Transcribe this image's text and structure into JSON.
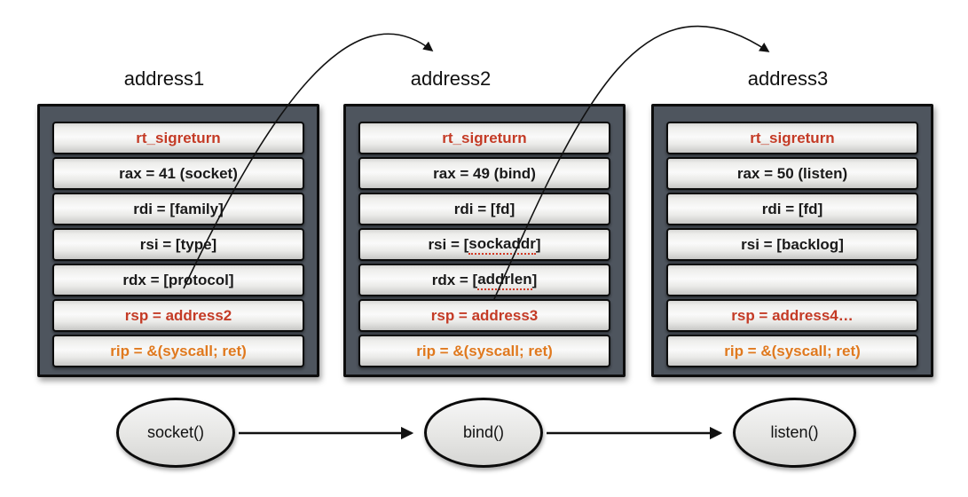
{
  "colors": {
    "frame_background": "#4e555e",
    "row_red_text": "#c43b26",
    "row_orange_text": "#e0791e",
    "row_black_text": "#1a1a1a",
    "misspell_underline": "#d23a26"
  },
  "frames": [
    {
      "label": "address1",
      "rows": [
        {
          "text": "rt_sigreturn"
        },
        {
          "text": "rax = 41 (socket)"
        },
        {
          "text": "rdi = [family]"
        },
        {
          "text": "rsi = [type]"
        },
        {
          "text": "rdx = [protocol]"
        },
        {
          "text": "rsp = address2"
        },
        {
          "text": "rip = &(syscall; ret)"
        }
      ]
    },
    {
      "label": "address2",
      "rows": [
        {
          "text": "rt_sigreturn"
        },
        {
          "text": "rax = 49 (bind)"
        },
        {
          "text": "rdi = [fd]"
        },
        {
          "prefix": "rsi = [",
          "word": "sockaddr",
          "suffix": "]"
        },
        {
          "prefix": "rdx = [",
          "word": "addrlen",
          "suffix": "]"
        },
        {
          "text": "rsp = address3"
        },
        {
          "text": "rip = &(syscall; ret)"
        }
      ]
    },
    {
      "label": "address3",
      "rows": [
        {
          "text": "rt_sigreturn"
        },
        {
          "text": "rax = 50 (listen)"
        },
        {
          "text": "rdi = [fd]"
        },
        {
          "text": "rsi = [backlog]"
        },
        {
          "text": ""
        },
        {
          "text": "rsp = address4…"
        },
        {
          "text": "rip = &(syscall; ret)"
        }
      ]
    }
  ],
  "syscall_chain": [
    {
      "label": "socket()"
    },
    {
      "label": "bind()"
    },
    {
      "label": "listen()"
    }
  ]
}
